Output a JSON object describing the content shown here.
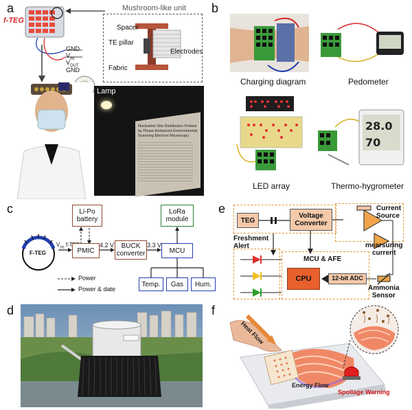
{
  "panel_labels": {
    "a": "a",
    "b": "b",
    "c": "c",
    "d": "d",
    "e": "e",
    "f": "f"
  },
  "panel_a": {
    "title": "f-TEG",
    "unit_title": "Mushroom-like unit",
    "spacer": "Spacer",
    "te_pillar": "TE pillar",
    "fabric": "Fabric",
    "electrodes": "Electrodes",
    "gnd1": "GND",
    "vin": "V",
    "vin_sub": "IN",
    "vout": "V",
    "vout_sub": "OUT",
    "gnd2": "GND",
    "lamp": "Lamp",
    "paper_lines": [
      "Nucleation Site Distribution Probed",
      "by Phase-Enhanced Environmental",
      "Scanning Electron Microscopy"
    ]
  },
  "panel_b": {
    "charging": "Charging diagram",
    "pedometer": "Pedometer",
    "led": "LED array",
    "thermo": "Thermo-hygrometer"
  },
  "panel_c": {
    "liPo_line1": "Li-Po",
    "liPo_line2": "battery",
    "lora_line1": "LoRa",
    "lora_line2": "module",
    "fteg": "F-TEG",
    "voc_prefix": "V",
    "voc_sub": "oc",
    "voc_suffix": " f-TED",
    "pmic": "PMIC",
    "v42": "4.2 V",
    "buck_line1": "BUCK",
    "buck_line2": "converter",
    "v33": "3.3 V",
    "mcu": "MCU",
    "temp": "Temp.",
    "gas": "Gas",
    "hum": "Hum.",
    "legend_power": "Power",
    "legend_power_date": "Power & date"
  },
  "panel_e": {
    "teg": "TEG",
    "voltage_converter_line1": "Voltage",
    "voltage_converter_line2": "Converter",
    "current_source_line1": "Current",
    "current_source_line2": "Source",
    "freshment_line1": "Freshment",
    "freshment_line2": "Alert",
    "mcu_afe": "MCU & AFE",
    "measuring_line1": "mearsuring",
    "measuring_line2": "current",
    "cpu": "CPU",
    "adc": "12-bit ADC",
    "ammonia_line1": "Ammonia",
    "ammonia_line2": "Sensor"
  },
  "panel_f": {
    "heat_flow": "Heat Flow",
    "energy_flow": "Energy Flow",
    "spoilage": "Spoilage Warning"
  },
  "colors": {
    "orange_dash": "#e39a3a",
    "salmon_fill": "#f4c9a9",
    "cpu_fill": "#e8602c",
    "blue_box": "#1f3fae",
    "green_box": "#2e7d32",
    "brown_box": "#8b4a2b",
    "teg_red": "#e84a3c"
  },
  "icons": [
    "lamp-icon",
    "wristband-teg-icon",
    "pedometer-icon",
    "led-board-icon",
    "thermo-hygrometer-icon",
    "fteg-dial-icon",
    "led-red-icon",
    "led-yellow-icon",
    "led-green-icon",
    "ammonia-sensor-icon",
    "heat-sink-icon",
    "salmon-icon",
    "alarm-light-icon",
    "hand-icon"
  ]
}
